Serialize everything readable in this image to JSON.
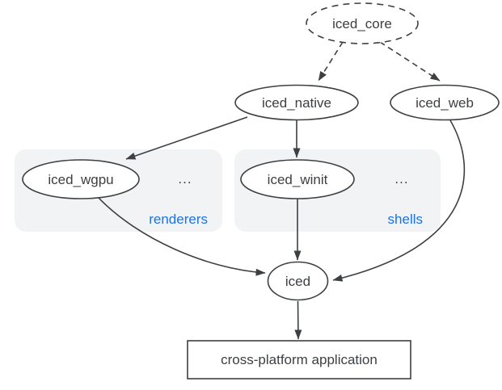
{
  "diagram": {
    "nodes": {
      "iced_core": {
        "label": "iced_core",
        "shape": "ellipse",
        "style": "dashed"
      },
      "iced_native": {
        "label": "iced_native",
        "shape": "ellipse",
        "style": "solid"
      },
      "iced_web": {
        "label": "iced_web",
        "shape": "ellipse",
        "style": "solid"
      },
      "iced_wgpu": {
        "label": "iced_wgpu",
        "shape": "ellipse",
        "style": "solid"
      },
      "iced_winit": {
        "label": "iced_winit",
        "shape": "ellipse",
        "style": "solid"
      },
      "iced": {
        "label": "iced",
        "shape": "ellipse",
        "style": "solid"
      },
      "app": {
        "label": "cross-platform application",
        "shape": "rect",
        "style": "solid"
      }
    },
    "groups": {
      "renderers": {
        "label": "renderers",
        "ellipsis": "...",
        "members": [
          "iced_wgpu"
        ]
      },
      "shells": {
        "label": "shells",
        "ellipsis": "...",
        "members": [
          "iced_winit"
        ]
      }
    },
    "edges": [
      {
        "from": "iced_core",
        "to": "iced_native",
        "style": "dashed"
      },
      {
        "from": "iced_core",
        "to": "iced_web",
        "style": "dashed"
      },
      {
        "from": "iced_native",
        "to": "iced_wgpu",
        "style": "solid"
      },
      {
        "from": "iced_native",
        "to": "iced_winit",
        "style": "solid"
      },
      {
        "from": "iced_wgpu",
        "to": "iced",
        "style": "solid"
      },
      {
        "from": "iced_winit",
        "to": "iced",
        "style": "solid"
      },
      {
        "from": "iced_web",
        "to": "iced",
        "style": "solid"
      },
      {
        "from": "iced",
        "to": "app",
        "style": "solid"
      }
    ],
    "colors": {
      "stroke": "#3c4043",
      "group_fill": "#f1f3f4",
      "group_label": "#1a73e8",
      "node_fill": "#ffffff",
      "background": "#ffffff"
    }
  }
}
